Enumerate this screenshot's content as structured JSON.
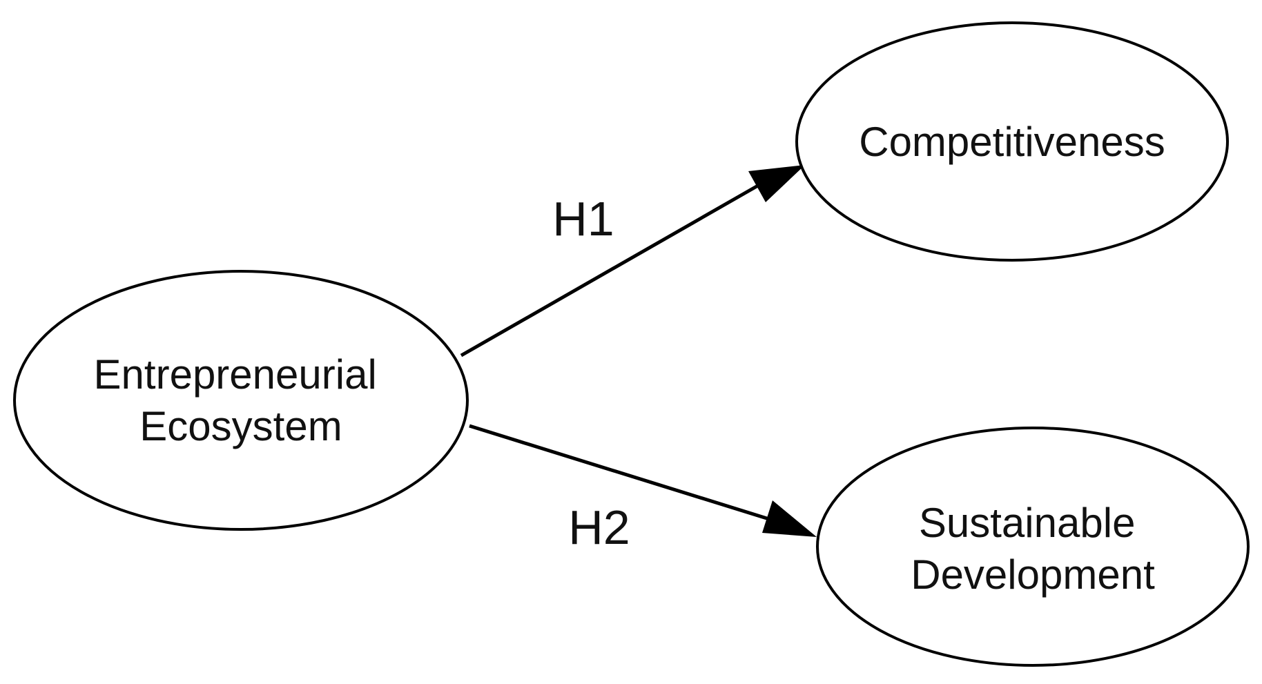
{
  "colors": {
    "background": "#ffffff",
    "stroke": "#000000",
    "text": "#111111"
  },
  "nodes": {
    "entrepreneurial_ecosystem": {
      "lines": [
        "Entrepreneurial",
        "Ecosystem"
      ]
    },
    "competitiveness": {
      "lines": [
        "Competitiveness"
      ]
    },
    "sustainable_development": {
      "lines": [
        "Sustainable",
        "Development"
      ]
    }
  },
  "edges": {
    "h1": {
      "label": "H1",
      "from": "Entrepreneurial Ecosystem",
      "to": "Competitiveness"
    },
    "h2": {
      "label": "H2",
      "from": "Entrepreneurial Ecosystem",
      "to": "Sustainable Development"
    }
  }
}
